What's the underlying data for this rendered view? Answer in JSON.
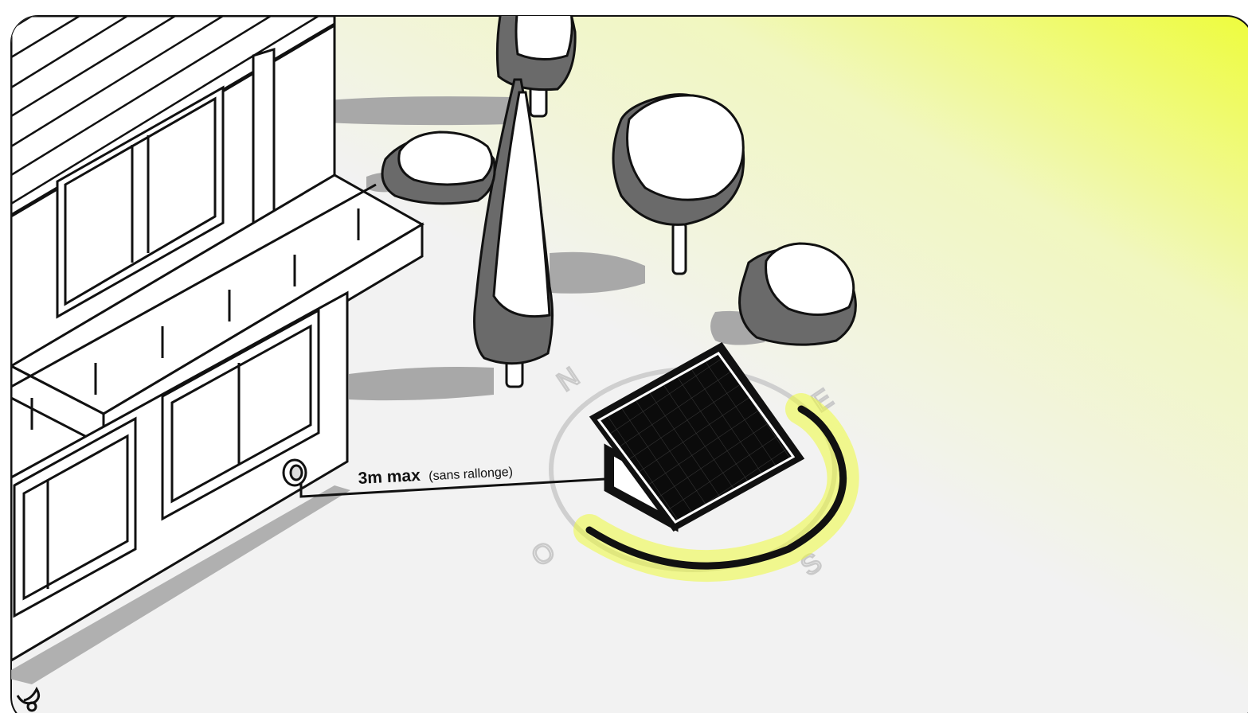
{
  "illustration": {
    "cable_label": {
      "strong": "3m max",
      "light": "(sans rallonge)"
    },
    "compass": {
      "north": "N",
      "east": "E",
      "south": "S",
      "west": "O"
    },
    "colors": {
      "accent_yellow": "#eefc3c",
      "ground": "#f2f2f2",
      "outline": "#111111",
      "foliage_shadow": "#6a6a6a",
      "cast_shadow": "#a8a8a8"
    },
    "icons": [
      "house",
      "balcony",
      "wall-outlet",
      "solar-panel",
      "tree",
      "bush",
      "compass",
      "sun-path-arc",
      "corner-decoration"
    ]
  }
}
